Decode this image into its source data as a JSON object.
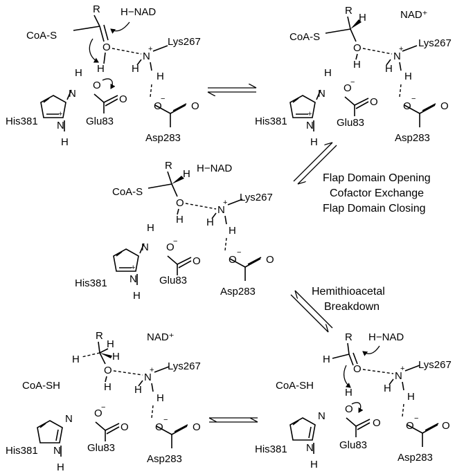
{
  "labels": {
    "R": "R",
    "H": "H",
    "O": "O",
    "N": "N",
    "plus": "+",
    "minus": "−",
    "H_NAD": "H−NAD",
    "NAD_plus": "NAD⁺",
    "CoA_S": "CoA-S",
    "CoA_SH": "CoA-SH",
    "Lys267": "Lys267",
    "His381": "His381",
    "Glu83": "Glu83",
    "Asp283": "Asp283"
  },
  "steps": {
    "flap_line1": "Flap Domain Opening",
    "flap_line2": "Cofactor Exchange",
    "flap_line3": "Flap Domain Closing",
    "breakdown_line1": "Hemithioacetal",
    "breakdown_line2": "Breakdown"
  }
}
